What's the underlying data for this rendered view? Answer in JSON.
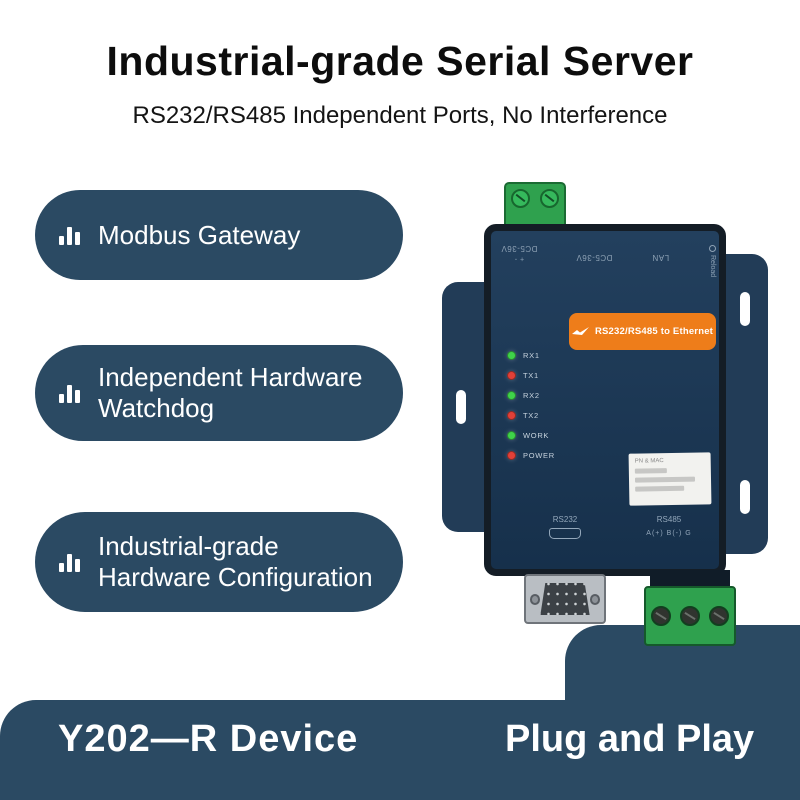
{
  "header": {
    "title": "Industrial-grade Serial Server",
    "subtitle": "RS232/RS485 Independent Ports, No Interference"
  },
  "features": [
    {
      "label": "Modbus Gateway"
    },
    {
      "line1": "Independent Hardware",
      "line2": "Watchdog"
    },
    {
      "line1": "Industrial-grade",
      "line2": "Hardware Configuration"
    }
  ],
  "device": {
    "top_marks": "+ -",
    "label_dc1": "DC5-36V",
    "label_dc2": "DC5-36V",
    "label_lan": "LAN",
    "label_reload": "Reload",
    "banner_text": "RS232/RS485 to Ethernet",
    "leds": [
      {
        "label": "RX1",
        "color": "#3fd24a"
      },
      {
        "label": "TX1",
        "color": "#e14038"
      },
      {
        "label": "RX2",
        "color": "#3fd24a"
      },
      {
        "label": "TX2",
        "color": "#e14038"
      },
      {
        "label": "WORK",
        "color": "#3fd24a"
      },
      {
        "label": "POWER",
        "color": "#e14038"
      }
    ],
    "sticker_line1": "PN & MAC",
    "port_rs232": "RS232",
    "port_rs485": "RS485",
    "port_rs485_pins": "A(+) B(-) G"
  },
  "footer": {
    "left": "Y202—R Device",
    "right": "Plug and Play"
  },
  "colors": {
    "navy": "#2b4a63",
    "orange": "#ee7d1a",
    "terminal_green": "#2fa14e"
  }
}
